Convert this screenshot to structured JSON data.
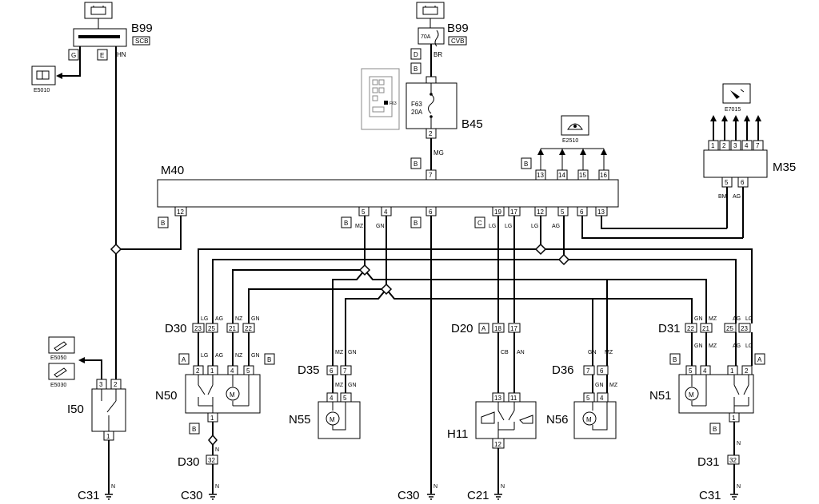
{
  "components": {
    "b99_scb": {
      "code": "B99",
      "sub": "SCB",
      "pin_g": "G",
      "pin_e": "E",
      "wire": "HN"
    },
    "b99_cvb": {
      "code": "B99",
      "sub": "CVB",
      "fuse": "70A",
      "pin": "D",
      "wire": "BR"
    },
    "e5010": "E5010",
    "b45": {
      "code": "B45",
      "fuse": "F63",
      "amp": "20A",
      "pin": "2",
      "wire": "MG",
      "inset": "F63"
    },
    "e2510": "E2510",
    "e7015": "E7015",
    "m40": "M40",
    "m35": "M35",
    "e5050": "E5050",
    "e5030": "E5030",
    "i50": "I50",
    "n50": "N50",
    "n51": "N51",
    "n55": "N55",
    "n56": "N56",
    "h11": "H11",
    "d30": "D30",
    "d31": "D31",
    "d35": "D35",
    "d36": "D36",
    "d20": "D20",
    "grounds": {
      "g1": "C31",
      "g2": "C30",
      "g3": "C30",
      "g4": "C21",
      "g5": "C31"
    },
    "ground_wire": "N"
  },
  "connectors": {
    "a": "A",
    "b": "B",
    "c": "C",
    "d": "D"
  },
  "pins": {
    "m40_top": [
      "7",
      "13",
      "14",
      "15",
      "16"
    ],
    "m40_bottom": [
      "12",
      "5",
      "4",
      "6",
      "19",
      "17",
      "12",
      "5",
      "6",
      "13"
    ],
    "e7015": [
      "1",
      "2",
      "3",
      "4",
      "7"
    ],
    "m35": [
      "5",
      "6"
    ],
    "d30": [
      "23",
      "25",
      "21",
      "22"
    ],
    "n50": [
      "2",
      "1",
      "4",
      "5"
    ],
    "n50_bottom": "1",
    "d30_ground": "32",
    "d35": [
      "6",
      "7"
    ],
    "n55": [
      "4",
      "5"
    ],
    "d20": [
      "18",
      "17"
    ],
    "h11": [
      "13",
      "11"
    ],
    "h11_bottom": "12",
    "d36": [
      "7",
      "6"
    ],
    "n56": [
      "5",
      "4"
    ],
    "d31": [
      "22",
      "21",
      "25",
      "23"
    ],
    "n51": [
      "5",
      "4",
      "1",
      "2"
    ],
    "n51_bottom": "1",
    "d31_ground": "32",
    "i50": [
      "3",
      "2"
    ],
    "i50_bottom": "1"
  },
  "wires": {
    "lg": "LG",
    "ag": "AG",
    "nz": "NZ",
    "gn": "GN",
    "mz": "MZ",
    "bm": "BM",
    "cb": "CB",
    "an": "AN",
    "n": "N"
  },
  "symbols": {
    "motor": "M"
  }
}
